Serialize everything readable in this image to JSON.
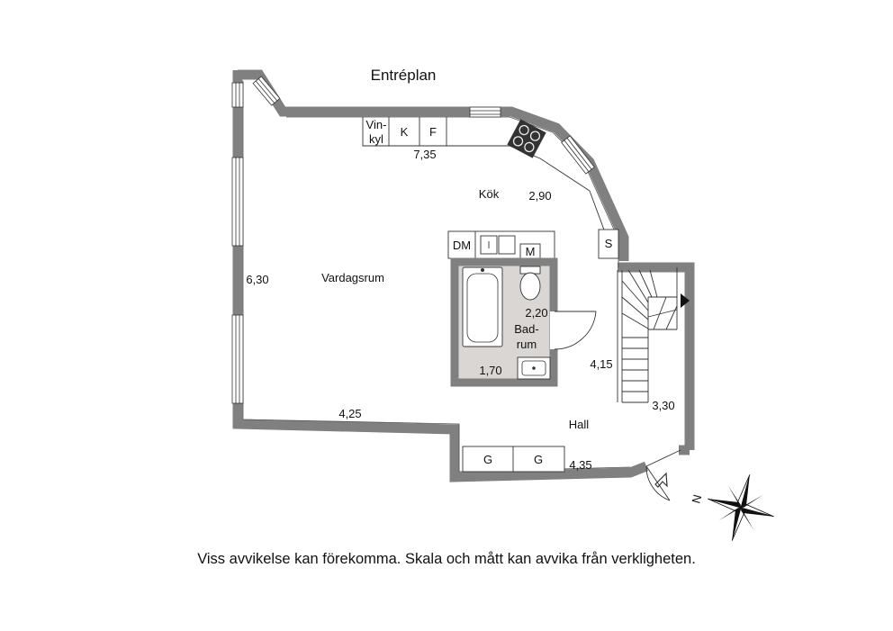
{
  "title": "Entréplan",
  "rooms": {
    "living": "Vardagsrum",
    "kitchen": "Kök",
    "bath_1": "Bad-",
    "bath_2": "rum",
    "hall": "Hall"
  },
  "appliances": {
    "wine_1": "Vin-",
    "wine_2": "kyl",
    "fridge": "K",
    "freezer": "F",
    "dishwasher": "DM",
    "washer": "M",
    "cabinet": "S",
    "wardrobe_1": "G",
    "wardrobe_2": "G"
  },
  "dimensions": {
    "top": "7,35",
    "kitchen": "2,90",
    "left": "6,30",
    "bath_w": "2,20",
    "bath_d": "1,70",
    "stair": "4,15",
    "stair_w": "3,30",
    "bottom": "4,25",
    "hall": "4,35"
  },
  "compass_label": "N",
  "disclaimer": "Viss avvikelse kan förekomma. Skala och mått kan avvika från verkligheten.",
  "colors": {
    "wall": "#808080",
    "bath_floor": "#d9d6d3",
    "line": "#333333"
  }
}
